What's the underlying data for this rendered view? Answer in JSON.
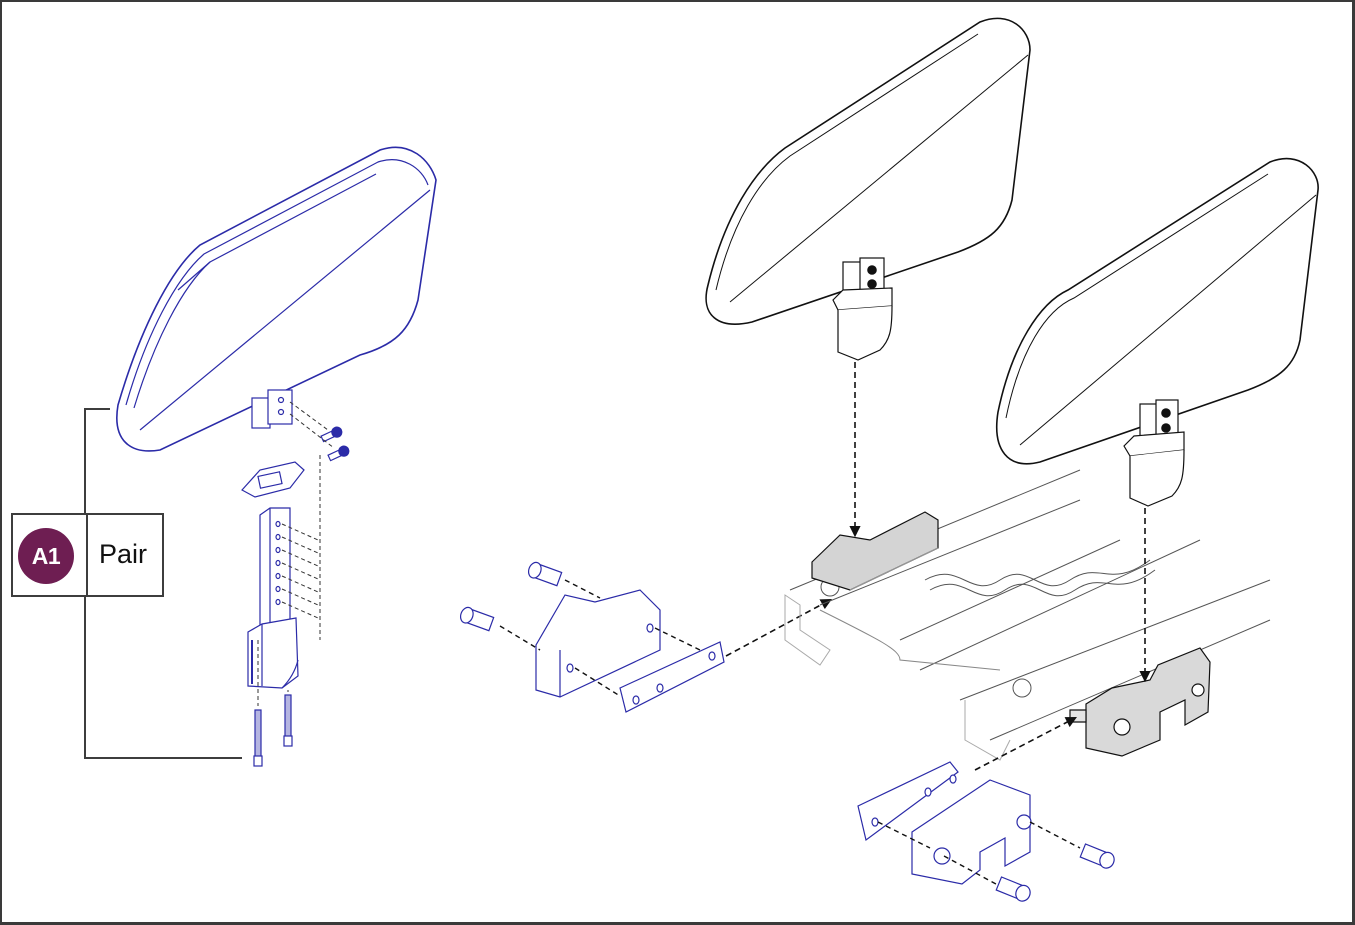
{
  "diagram": {
    "kind": "exploded parts assembly",
    "subject": "headrest / lateral pad mounting hardware",
    "colors": {
      "frame_border": "#3a3a3a",
      "callout_badge": "#6e1e52",
      "kit_parts_line": "#2b2ba8",
      "existing_parts_line": "#1a1a1a",
      "shaded_clamp_fill": "#d9d9d9"
    },
    "callout": {
      "item_id": "A1",
      "quantity_label": "Pair",
      "icon": "circle-badge"
    },
    "parts": [
      {
        "name": "pad-with-mount-plate",
        "color": "blue",
        "count": 1
      },
      {
        "name": "button-head-screw",
        "color": "blue",
        "count": 2
      },
      {
        "name": "spacer-plate",
        "color": "blue",
        "count": 1
      },
      {
        "name": "height-adjust-bar",
        "color": "blue",
        "count": 1
      },
      {
        "name": "receiver-block",
        "color": "blue",
        "count": 1
      },
      {
        "name": "long-socket-screw",
        "color": "blue",
        "count": 2
      },
      {
        "name": "rail-clamp",
        "color": "blue",
        "count": 2
      },
      {
        "name": "backing-plate",
        "color": "blue",
        "count": 2
      },
      {
        "name": "socket-cap-screw",
        "color": "blue",
        "count": 4
      },
      {
        "name": "installed-pad",
        "color": "black",
        "count": 2
      },
      {
        "name": "seat-rail-assembly",
        "color": "gray",
        "count": 1
      }
    ]
  }
}
